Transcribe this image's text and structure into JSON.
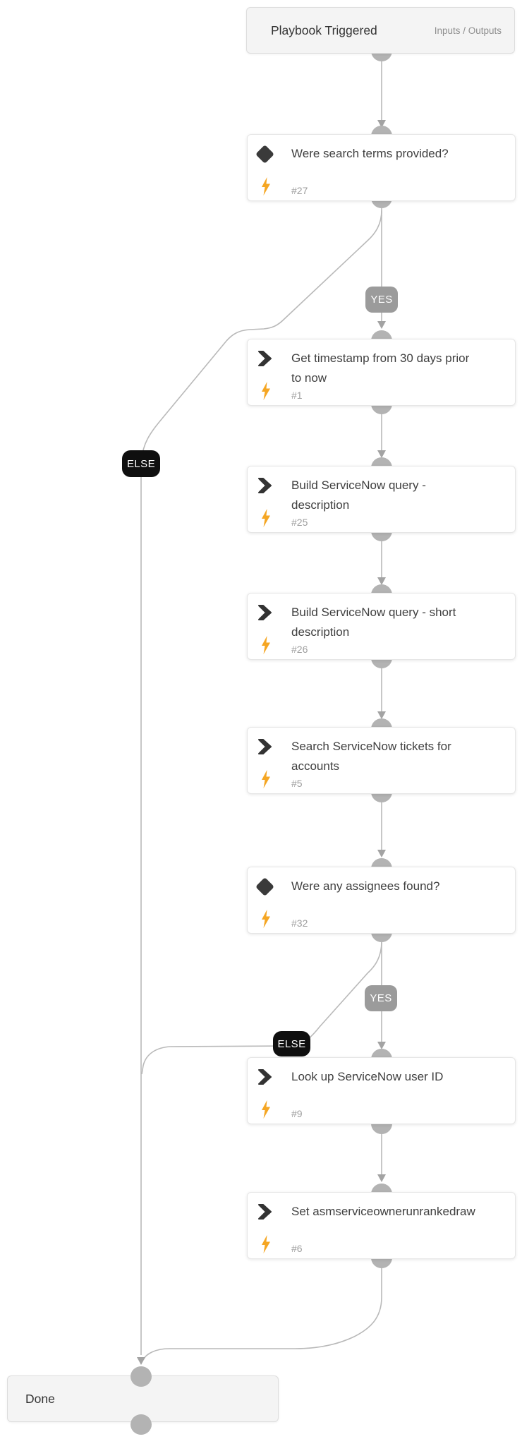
{
  "start": {
    "title": "Playbook Triggered",
    "link_label": "Inputs / Outputs"
  },
  "nodes": [
    {
      "type": "decision",
      "title": "Were search terms provided?",
      "id": "#27"
    },
    {
      "type": "action",
      "title": "Get timestamp from 30 days prior to now",
      "id": "#1"
    },
    {
      "type": "action",
      "title": "Build ServiceNow query - description",
      "id": "#25"
    },
    {
      "type": "action",
      "title": "Build ServiceNow query - short description",
      "id": "#26"
    },
    {
      "type": "action",
      "title": "Search ServiceNow tickets for accounts",
      "id": "#5"
    },
    {
      "type": "decision",
      "title": "Were any assignees found?",
      "id": "#32"
    },
    {
      "type": "action",
      "title": "Look up ServiceNow user ID",
      "id": "#9"
    },
    {
      "type": "action",
      "title": "Set asmserviceownerunrankedraw",
      "id": "#6"
    }
  ],
  "edges": {
    "decision1_yes": "YES",
    "decision1_else": "ELSE",
    "decision2_yes": "YES",
    "decision2_else": "ELSE"
  },
  "end": {
    "title": "Done"
  },
  "colors": {
    "bolt_accent": "#F5A623",
    "yes_badge_bg": "#9B9B9B",
    "else_badge_bg": "#0F0F0F",
    "edge_line": "#B9B9B9",
    "connector_dot": "#B3B3B3",
    "terminal_bg": "#F4F4F4",
    "node_icon_dark": "#383838"
  }
}
